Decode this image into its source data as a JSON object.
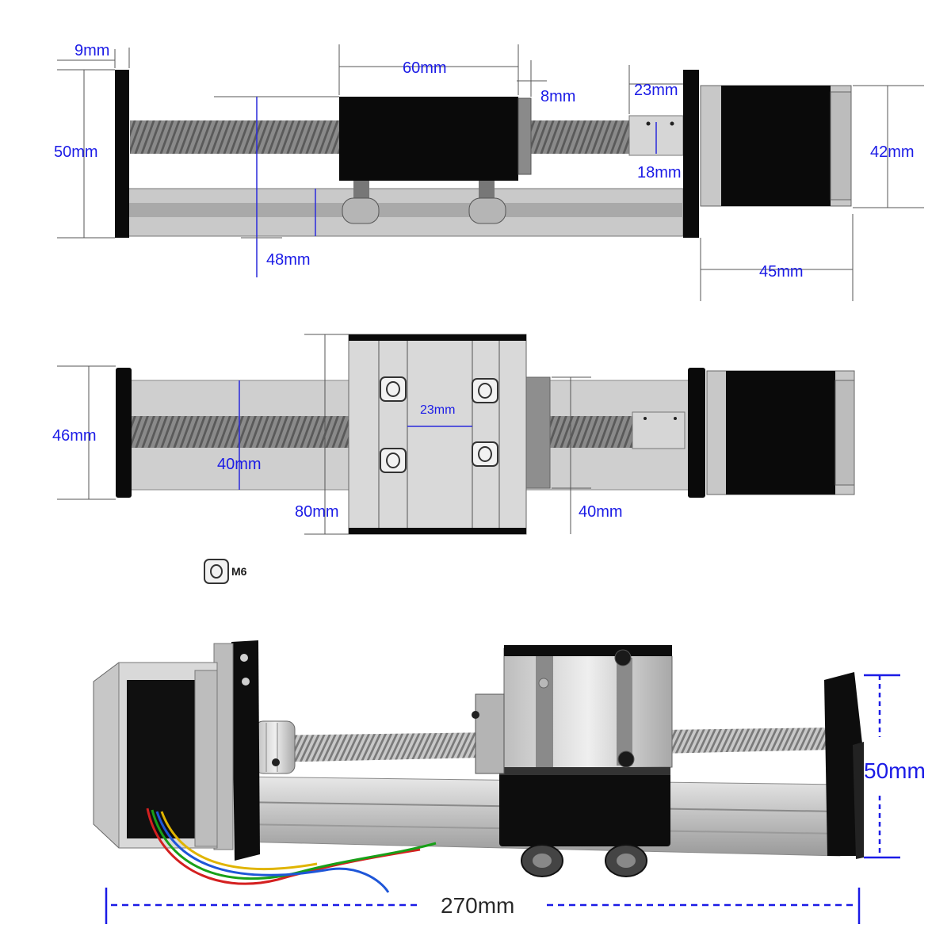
{
  "top_view": {
    "dim_end_plate_thickness": "9mm",
    "dim_carriage_length": "60mm",
    "dim_nut_block": "8mm",
    "dim_coupler_length": "23mm",
    "dim_coupler_height": "18mm",
    "dim_overall_height": "50mm",
    "dim_carriage_height": "48mm",
    "dim_motor_height": "42mm",
    "dim_motor_length": "45mm"
  },
  "plan_view": {
    "dim_plate_width": "46mm",
    "dim_rail_width_left": "40mm",
    "dim_hole_spacing": "23mm",
    "dim_carriage_width": "80mm",
    "dim_rail_width_right": "40mm"
  },
  "legend": {
    "screw_label": "M6"
  },
  "photo": {
    "dim_height": "50mm",
    "dim_length": "270mm"
  },
  "colors": {
    "dimension_blue": "#1b1be6",
    "black_part": "#0a0a0a",
    "aluminum": "#cfcfcf",
    "screw_dark": "#6e6e6e"
  }
}
